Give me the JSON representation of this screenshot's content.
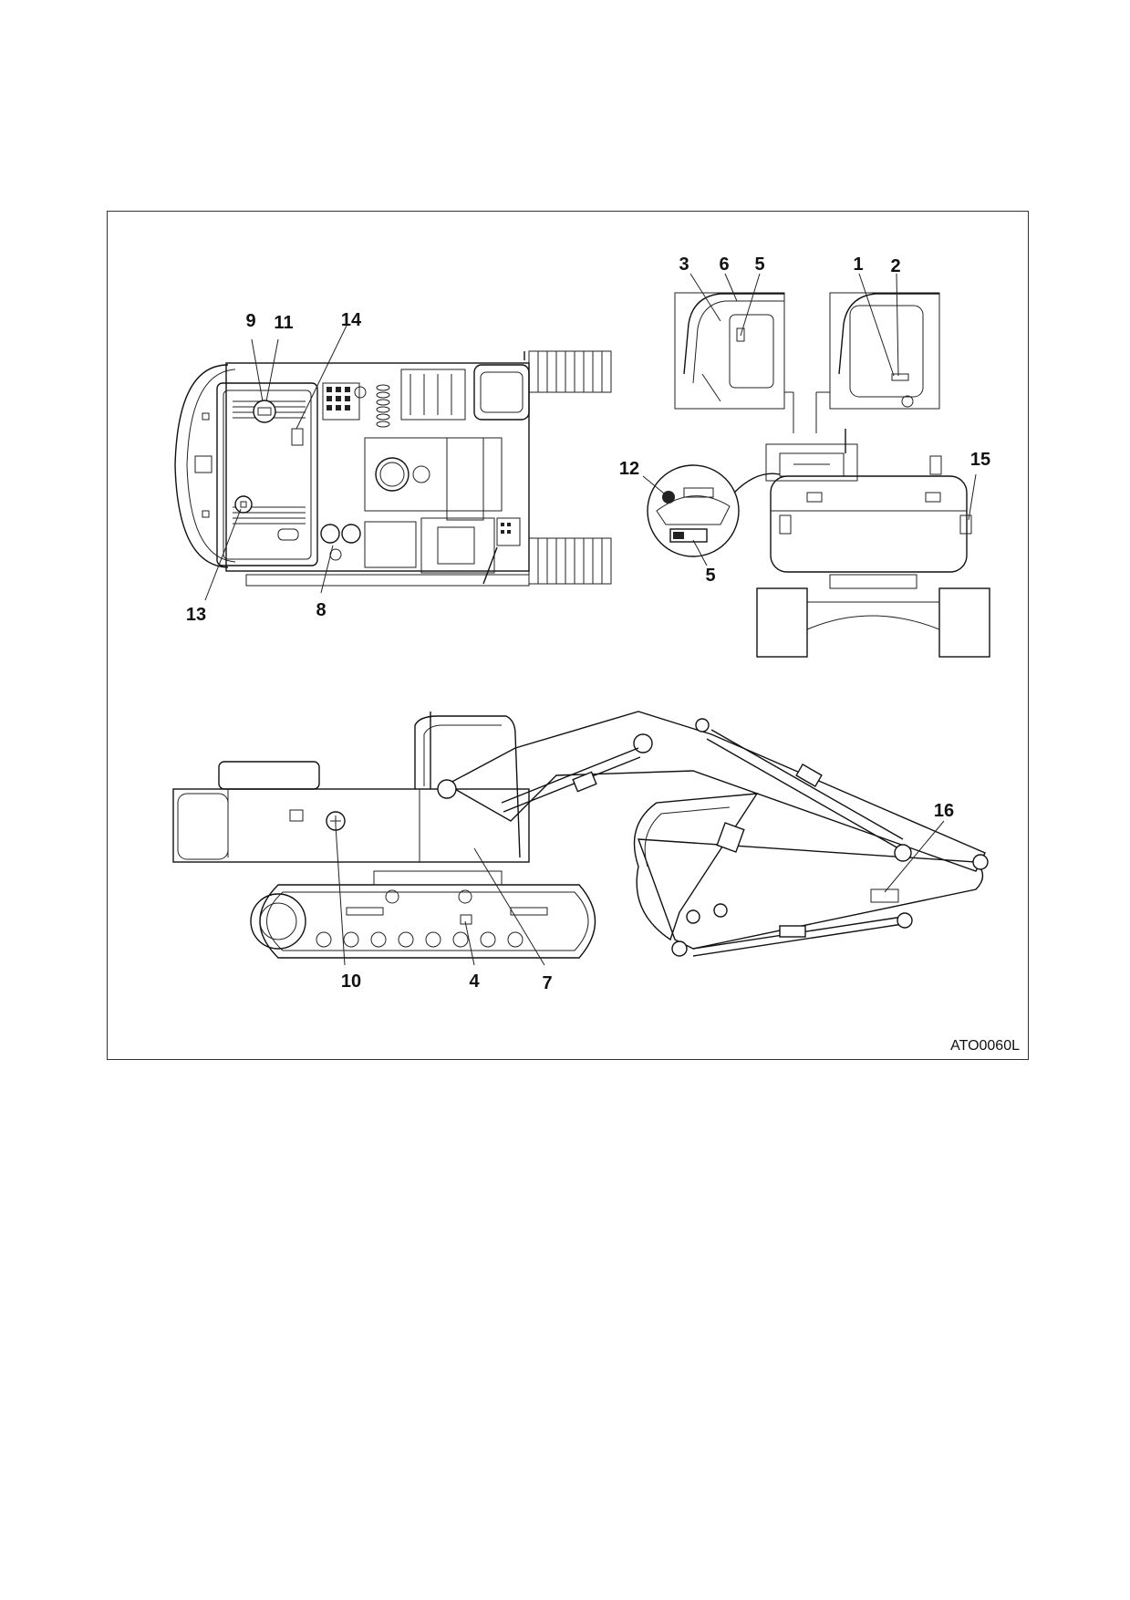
{
  "diagram": {
    "figure_code": "ATO0060L",
    "callouts": {
      "c1": "1",
      "c2": "2",
      "c3": "3",
      "c4": "4",
      "c5a": "5",
      "c5b": "5",
      "c6": "6",
      "c7": "7",
      "c8": "8",
      "c9": "9",
      "c10": "10",
      "c11": "11",
      "c12": "12",
      "c13": "13",
      "c14": "14",
      "c15": "15",
      "c16": "16"
    }
  }
}
